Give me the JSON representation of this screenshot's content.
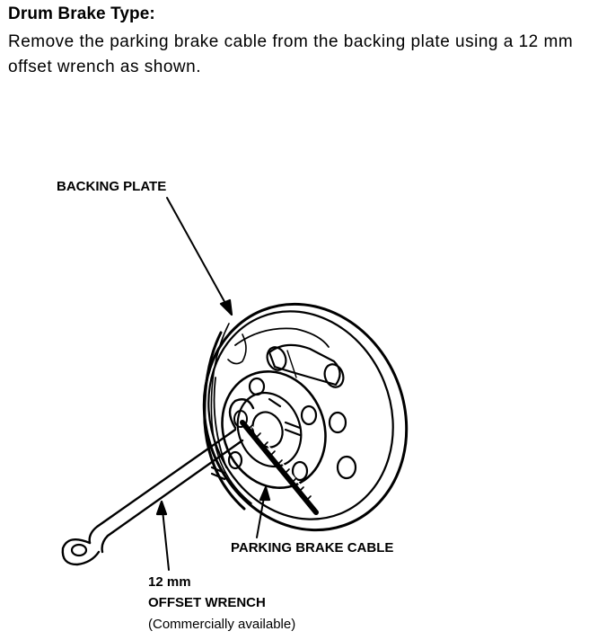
{
  "heading": "Drum Brake Type:",
  "instruction": "Remove the parking brake cable from the backing plate using a 12 mm offset wrench as shown.",
  "callouts": {
    "backing_plate": "BACKING PLATE",
    "parking_brake_cable": "PARKING BRAKE CABLE",
    "wrench_size": "12 mm",
    "offset_wrench": "OFFSET WRENCH",
    "availability": "(Commercially available)"
  }
}
